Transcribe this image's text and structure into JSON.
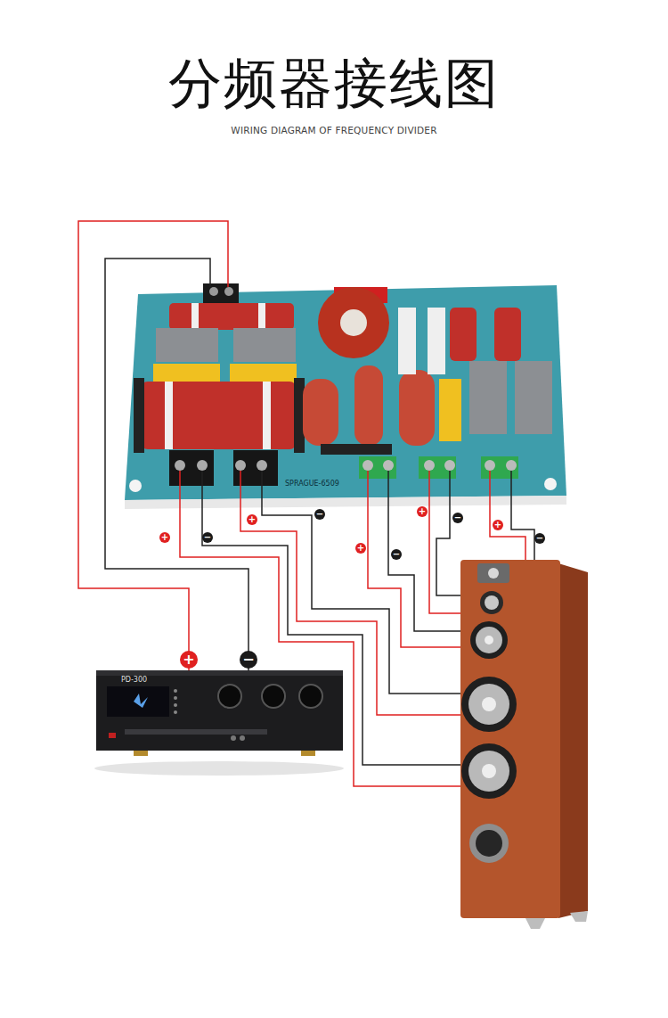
{
  "diagram": {
    "title": "分频器接线图",
    "nodes": [
      {
        "text": [
          "SPRAGUE-6509"
        ]
      },
      {
        "text": [
          "PD-300"
        ]
      }
    ],
    "edges": [
      {
        "from": 1,
        "to": 0,
        "arrow": "none"
      },
      {
        "from": 1,
        "to": 0,
        "arrow": "none"
      }
    ],
    "labels": [
      "WIRING DIAGRAM OF FREQUENCY DIVIDER",
      "+",
      "−",
      "+",
      "−",
      "+",
      "−",
      "+",
      "−",
      "+",
      "−",
      "+",
      "−"
    ]
  }
}
